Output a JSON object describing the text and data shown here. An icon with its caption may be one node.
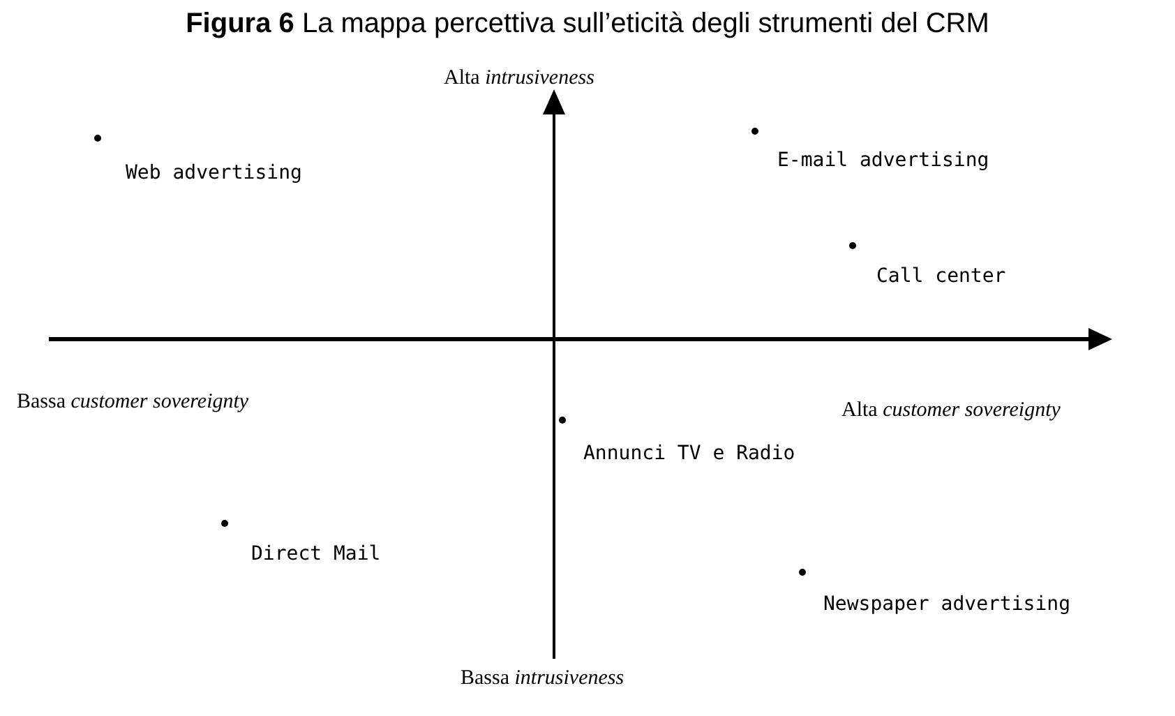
{
  "diagram": {
    "title": "**Figura 6** La mappa percettiva sull’eticità degli strumenti del CRM",
    "labels": [
      "Alta *intrusiveness*",
      "Web advertising",
      "E-mail advertising",
      "Call center",
      "Bassa *customer sovereignty*",
      "Alta *customer sovereignty*",
      "Annunci TV e Radio",
      "Direct Mail",
      "Newspaper advertising",
      "Bassa *intrusiveness*"
    ]
  }
}
